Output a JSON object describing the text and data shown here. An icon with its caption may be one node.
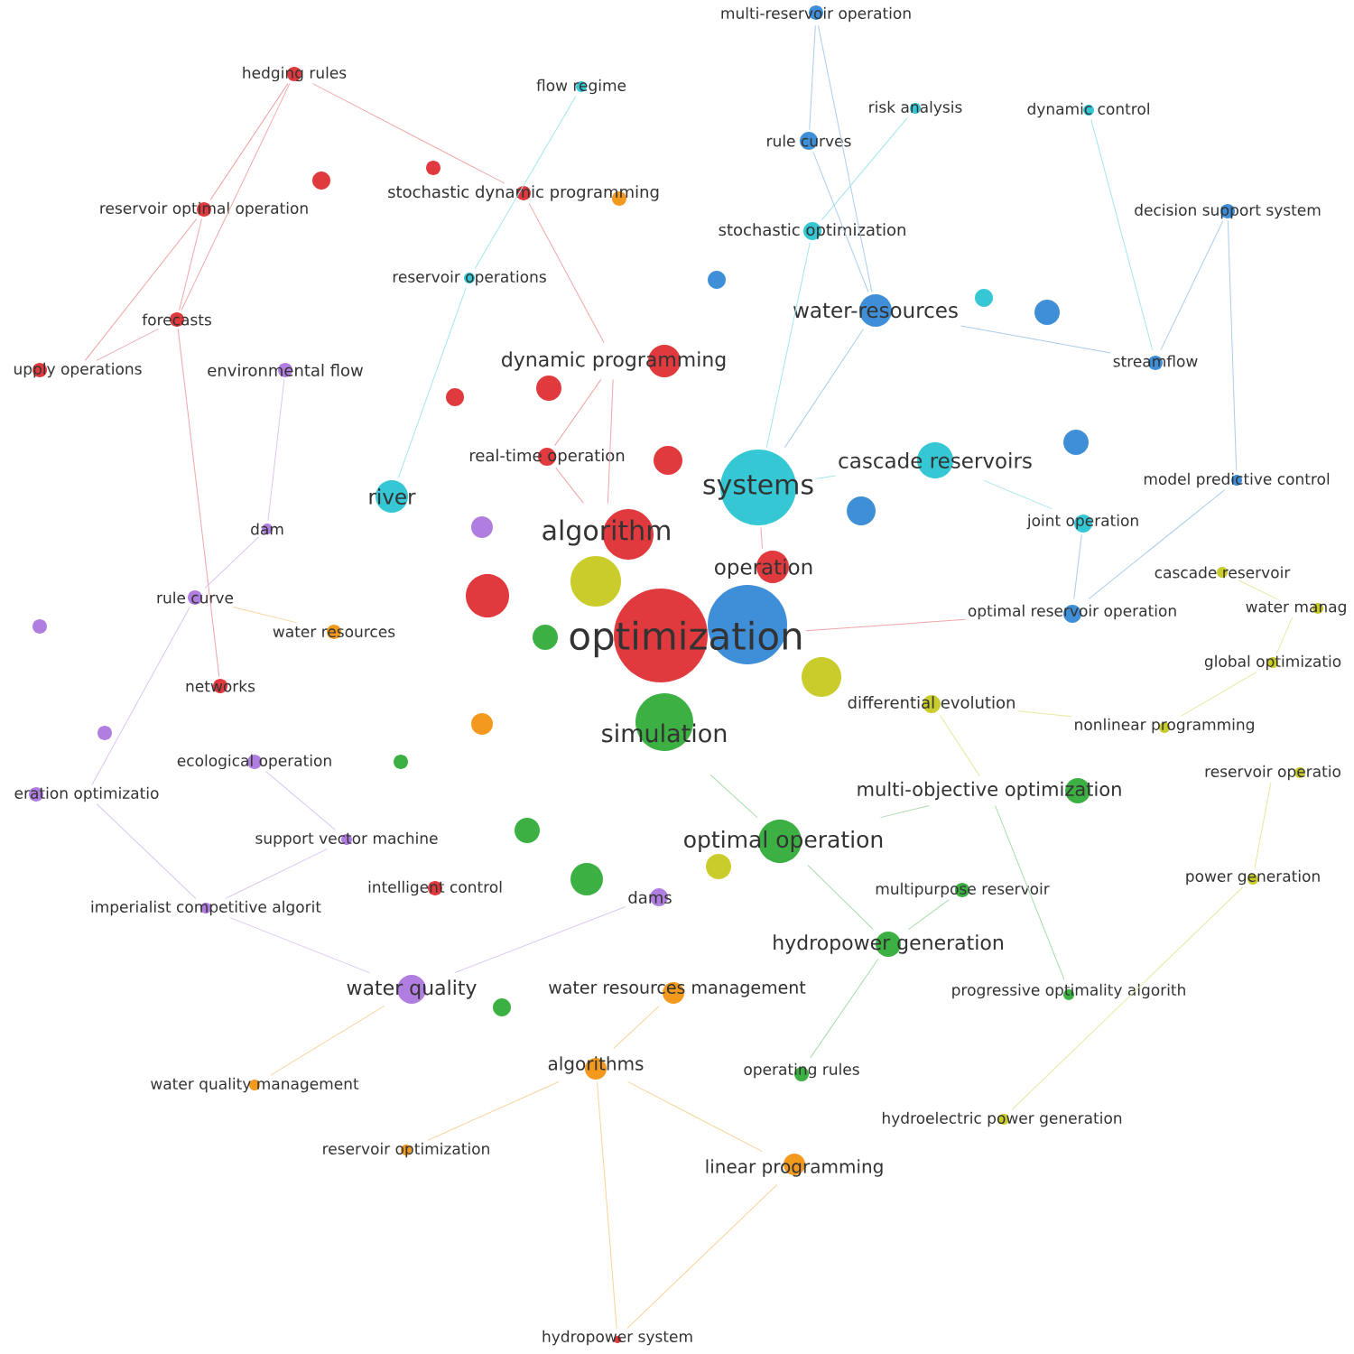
{
  "diagram": {
    "nodes": [
      {
        "text": [
          "optimization"
        ]
      },
      {
        "text": [
          "algorithm"
        ]
      },
      {
        "text": [
          "systems"
        ]
      },
      {
        "text": [
          "simulation"
        ]
      },
      {
        "text": [
          "optimal operation"
        ]
      },
      {
        "text": [
          "dynamic programming"
        ]
      },
      {
        "text": [
          "water-resources"
        ]
      },
      {
        "text": [
          "cascade reservoirs"
        ]
      },
      {
        "text": [
          "river"
        ]
      },
      {
        "text": [
          "operation"
        ]
      },
      {
        "text": [
          "multi-objective optimization"
        ]
      },
      {
        "text": [
          "hydropower generation"
        ]
      },
      {
        "text": [
          "water quality"
        ]
      },
      {
        "text": [
          "water resources management"
        ]
      },
      {
        "text": [
          "linear programming"
        ]
      },
      {
        "text": [
          "algorithms"
        ]
      },
      {
        "text": [
          "differential evolution"
        ]
      },
      {
        "text": [
          "multipurpose reservoir"
        ]
      },
      {
        "text": [
          "progressive optimality algorith"
        ]
      },
      {
        "text": [
          "operating rules"
        ]
      },
      {
        "text": [
          "hydroelectric power generation"
        ]
      },
      {
        "text": [
          "power generation"
        ]
      },
      {
        "text": [
          "nonlinear programming"
        ]
      },
      {
        "text": [
          "reservoir operatio"
        ]
      },
      {
        "text": [
          "global optimizatio"
        ]
      },
      {
        "text": [
          "water manag"
        ]
      },
      {
        "text": [
          "cascade reservoir"
        ]
      },
      {
        "text": [
          "optimal reservoir operation"
        ]
      },
      {
        "text": [
          "joint operation"
        ]
      },
      {
        "text": [
          "model predictive control"
        ]
      },
      {
        "text": [
          "streamflow"
        ]
      },
      {
        "text": [
          "decision support system"
        ]
      },
      {
        "text": [
          "dynamic control"
        ]
      },
      {
        "text": [
          "risk analysis"
        ]
      },
      {
        "text": [
          "rule curves"
        ]
      },
      {
        "text": [
          "multi-reservoir operation"
        ]
      },
      {
        "text": [
          "stochastic optimization"
        ]
      },
      {
        "text": [
          "flow regime"
        ]
      },
      {
        "text": [
          "hedging rules"
        ]
      },
      {
        "text": [
          "stochastic dynamic programming"
        ]
      },
      {
        "text": [
          "reservoir optimal operation"
        ]
      },
      {
        "text": [
          "reservoir operations"
        ]
      },
      {
        "text": [
          "forecasts"
        ]
      },
      {
        "text": [
          "upply operations"
        ]
      },
      {
        "text": [
          "environmental flow"
        ]
      },
      {
        "text": [
          "real-time operation"
        ]
      },
      {
        "text": [
          "dam"
        ]
      },
      {
        "text": [
          "rule curve"
        ]
      },
      {
        "text": [
          "water resources"
        ]
      },
      {
        "text": [
          "networks"
        ]
      },
      {
        "text": [
          "ecological operation"
        ]
      },
      {
        "text": [
          "eration optimizatio"
        ]
      },
      {
        "text": [
          "support vector machine"
        ]
      },
      {
        "text": [
          "intelligent control"
        ]
      },
      {
        "text": [
          "imperialist competitive algorit"
        ]
      },
      {
        "text": [
          "dams"
        ]
      },
      {
        "text": [
          "water quality management"
        ]
      },
      {
        "text": [
          "reservoir optimization"
        ]
      },
      {
        "text": [
          "hydropower system"
        ]
      },
      {
        "text": [],
        "shape": "circle"
      },
      {
        "text": [],
        "shape": "circle"
      },
      {
        "text": [],
        "shape": "circle"
      },
      {
        "text": [],
        "shape": "circle"
      },
      {
        "text": [],
        "shape": "circle"
      },
      {
        "text": [],
        "shape": "circle"
      },
      {
        "text": [],
        "shape": "circle"
      },
      {
        "text": [],
        "shape": "circle"
      },
      {
        "text": [],
        "shape": "circle"
      },
      {
        "text": [],
        "shape": "circle"
      },
      {
        "text": [],
        "shape": "circle"
      },
      {
        "text": [],
        "shape": "circle"
      },
      {
        "text": [],
        "shape": "circle"
      },
      {
        "text": [],
        "shape": "circle"
      },
      {
        "text": [],
        "shape": "circle"
      },
      {
        "text": [],
        "shape": "circle"
      },
      {
        "text": [],
        "shape": "circle"
      },
      {
        "text": [],
        "shape": "circle"
      },
      {
        "text": [],
        "shape": "circle"
      },
      {
        "text": [],
        "shape": "circle"
      },
      {
        "text": [],
        "shape": "circle"
      },
      {
        "text": [],
        "shape": "circle"
      },
      {
        "text": [],
        "shape": "circle"
      },
      {
        "text": [],
        "shape": "circle"
      },
      {
        "text": [],
        "shape": "circle"
      }
    ],
    "edges": [
      {
        "from": 3,
        "to": 4,
        "arrow": "none"
      },
      {
        "from": 45,
        "to": 1,
        "arrow": "none"
      },
      {
        "from": 0,
        "to": 27,
        "arrow": "none"
      },
      {
        "from": 9,
        "to": 2,
        "arrow": "none"
      },
      {
        "from": 6,
        "to": 2,
        "arrow": "none"
      },
      {
        "from": 27,
        "to": 28,
        "arrow": "none"
      },
      {
        "from": 16,
        "to": 10,
        "arrow": "none"
      },
      {
        "from": 38,
        "to": 39,
        "arrow": "none"
      },
      {
        "from": 38,
        "to": 40,
        "arrow": "none"
      },
      {
        "from": 38,
        "to": 42,
        "arrow": "none"
      },
      {
        "from": 40,
        "to": 42,
        "arrow": "none"
      },
      {
        "from": 42,
        "to": 43,
        "arrow": "none"
      },
      {
        "from": 39,
        "to": 5,
        "arrow": "none"
      },
      {
        "from": 5,
        "to": 1,
        "arrow": "none"
      },
      {
        "from": 45,
        "to": 5,
        "arrow": "none"
      },
      {
        "from": 40,
        "to": 43,
        "arrow": "none"
      },
      {
        "from": 42,
        "to": 49,
        "arrow": "none"
      },
      {
        "from": 57,
        "to": 15,
        "arrow": "none"
      },
      {
        "from": 35,
        "to": 34,
        "arrow": "none"
      },
      {
        "from": 34,
        "to": 6,
        "arrow": "none"
      },
      {
        "from": 6,
        "to": 30,
        "arrow": "none"
      },
      {
        "from": 30,
        "to": 31,
        "arrow": "none"
      },
      {
        "from": 31,
        "to": 29,
        "arrow": "none"
      },
      {
        "from": 35,
        "to": 6,
        "arrow": "none"
      },
      {
        "from": 27,
        "to": 29,
        "arrow": "none"
      },
      {
        "from": 37,
        "to": 41,
        "arrow": "none"
      },
      {
        "from": 33,
        "to": 36,
        "arrow": "none"
      },
      {
        "from": 32,
        "to": 30,
        "arrow": "none"
      },
      {
        "from": 36,
        "to": 2,
        "arrow": "none"
      },
      {
        "from": 7,
        "to": 2,
        "arrow": "none"
      },
      {
        "from": 28,
        "to": 7,
        "arrow": "none"
      },
      {
        "from": 8,
        "to": 41,
        "arrow": "none"
      },
      {
        "from": 22,
        "to": 16,
        "arrow": "none"
      },
      {
        "from": 23,
        "to": 21,
        "arrow": "none"
      },
      {
        "from": 24,
        "to": 25,
        "arrow": "none"
      },
      {
        "from": 26,
        "to": 25,
        "arrow": "none"
      },
      {
        "from": 21,
        "to": 20,
        "arrow": "none"
      },
      {
        "from": 22,
        "to": 24,
        "arrow": "none"
      },
      {
        "from": 4,
        "to": 10,
        "arrow": "none"
      },
      {
        "from": 4,
        "to": 11,
        "arrow": "none"
      },
      {
        "from": 11,
        "to": 17,
        "arrow": "none"
      },
      {
        "from": 11,
        "to": 19,
        "arrow": "none"
      },
      {
        "from": 18,
        "to": 10,
        "arrow": "none"
      },
      {
        "from": 44,
        "to": 46,
        "arrow": "none"
      },
      {
        "from": 46,
        "to": 47,
        "arrow": "none"
      },
      {
        "from": 47,
        "to": 51,
        "arrow": "none"
      },
      {
        "from": 51,
        "to": 54,
        "arrow": "none"
      },
      {
        "from": 54,
        "to": 52,
        "arrow": "none"
      },
      {
        "from": 52,
        "to": 50,
        "arrow": "none"
      },
      {
        "from": 12,
        "to": 55,
        "arrow": "none"
      },
      {
        "from": 12,
        "to": 54,
        "arrow": "none"
      },
      {
        "from": 13,
        "to": 15,
        "arrow": "none"
      },
      {
        "from": 15,
        "to": 14,
        "arrow": "none"
      },
      {
        "from": 56,
        "to": 12,
        "arrow": "none"
      },
      {
        "from": 14,
        "to": 58,
        "arrow": "none"
      },
      {
        "from": 15,
        "to": 58,
        "arrow": "none"
      },
      {
        "from": 48,
        "to": 47,
        "arrow": "none"
      }
    ]
  }
}
